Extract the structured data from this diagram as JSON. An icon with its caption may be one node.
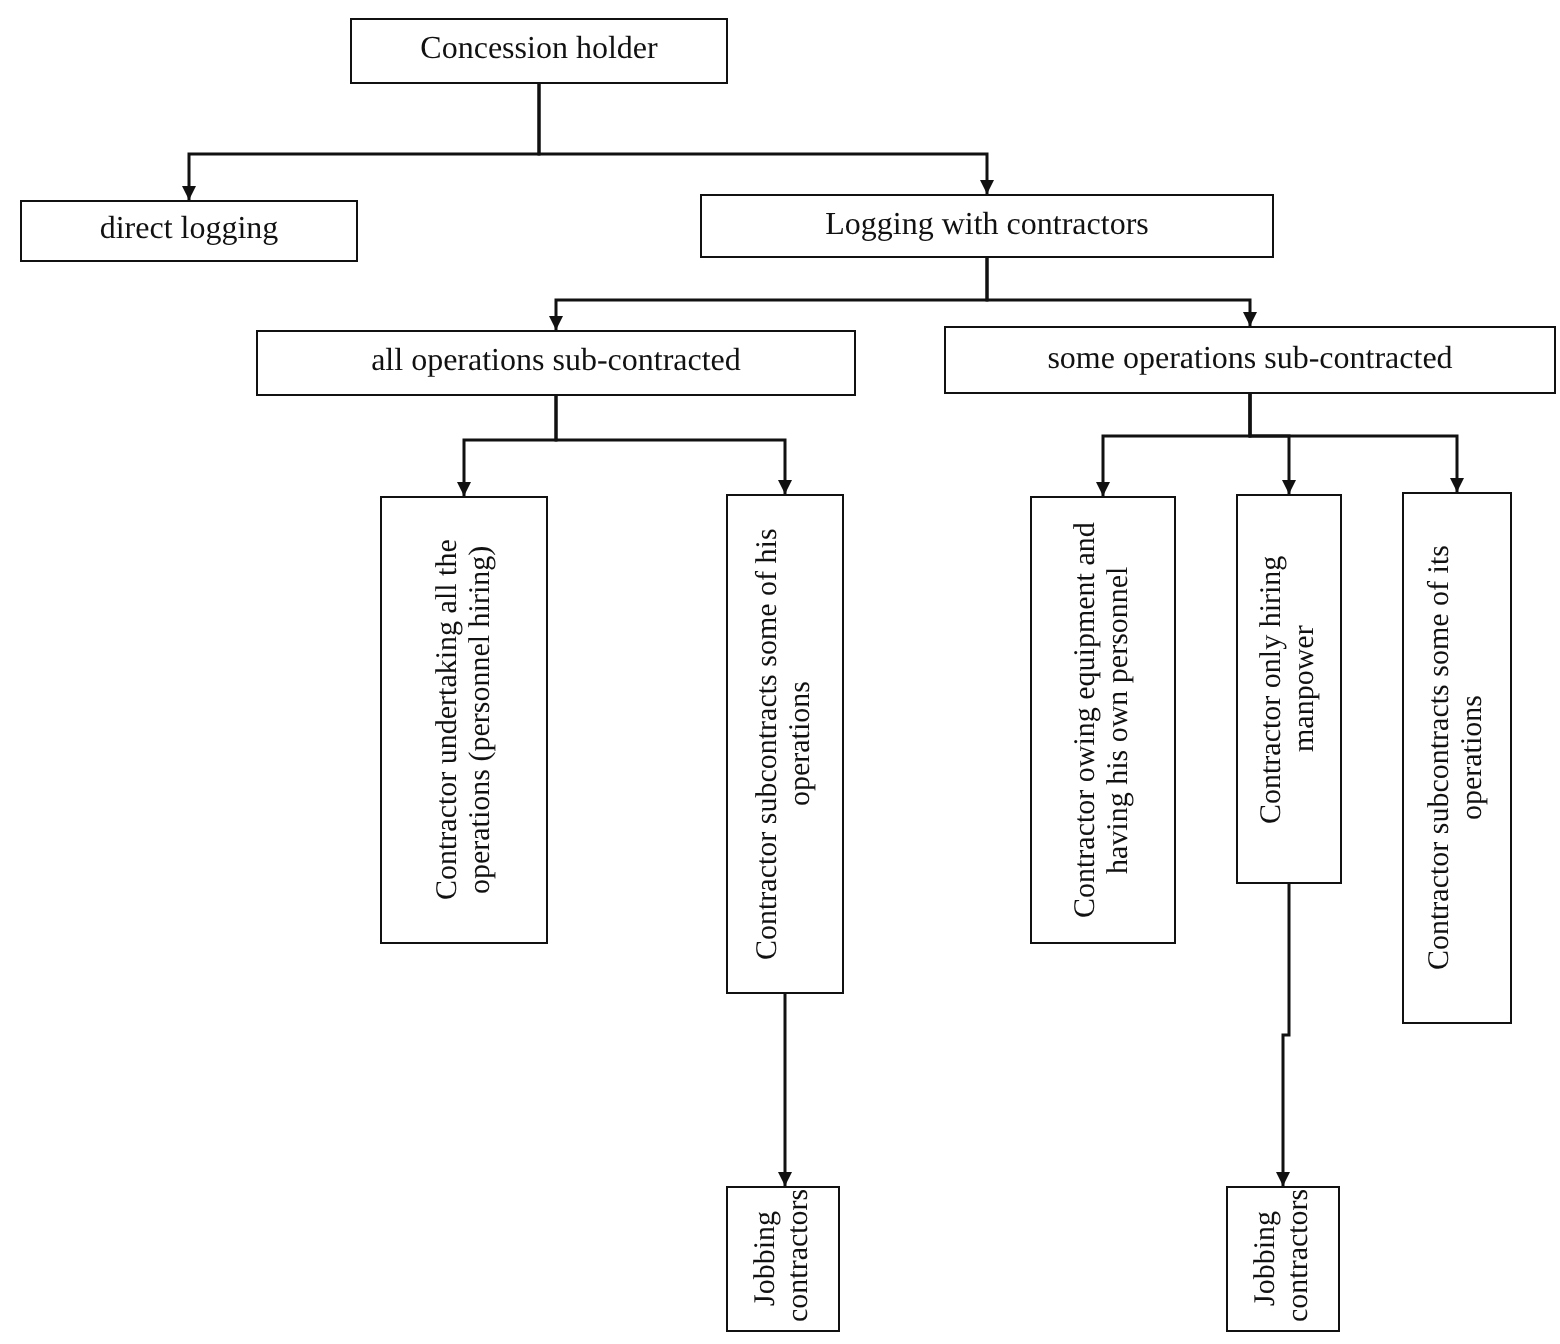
{
  "diagram": {
    "nodes": [
      {
        "text": [
          "Concession holder"
        ]
      },
      {
        "text": [
          "direct logging"
        ]
      },
      {
        "text": [
          "Logging with contractors"
        ]
      },
      {
        "text": [
          "all operations sub-contracted"
        ]
      },
      {
        "text": [
          "some operations sub-contracted"
        ]
      },
      {
        "text": [
          "Contractor undertaking all the operations (personnel hiring)"
        ]
      },
      {
        "text": [
          "Contractor subcontracts some of his operations"
        ]
      },
      {
        "text": [
          "Contractor owing equipment and having his own personnel"
        ]
      },
      {
        "text": [
          "Contractor only hiring manpower"
        ]
      },
      {
        "text": [
          "Contractor subcontracts some of its operations"
        ]
      },
      {
        "text": [
          "Jobbing contractors"
        ]
      },
      {
        "text": [
          "Jobbing contractors"
        ]
      }
    ],
    "edges": [
      {
        "from": 0,
        "to": 1,
        "arrow": "to"
      },
      {
        "from": 0,
        "to": 2,
        "arrow": "to"
      },
      {
        "from": 2,
        "to": 3,
        "arrow": "to"
      },
      {
        "from": 2,
        "to": 4,
        "arrow": "to"
      },
      {
        "from": 3,
        "to": 5,
        "arrow": "to"
      },
      {
        "from": 3,
        "to": 6,
        "arrow": "to"
      },
      {
        "from": 4,
        "to": 7,
        "arrow": "to"
      },
      {
        "from": 4,
        "to": 8,
        "arrow": "to"
      },
      {
        "from": 4,
        "to": 9,
        "arrow": "to"
      },
      {
        "from": 6,
        "to": 10,
        "arrow": "to"
      },
      {
        "from": 8,
        "to": 11,
        "arrow": "to"
      }
    ]
  }
}
